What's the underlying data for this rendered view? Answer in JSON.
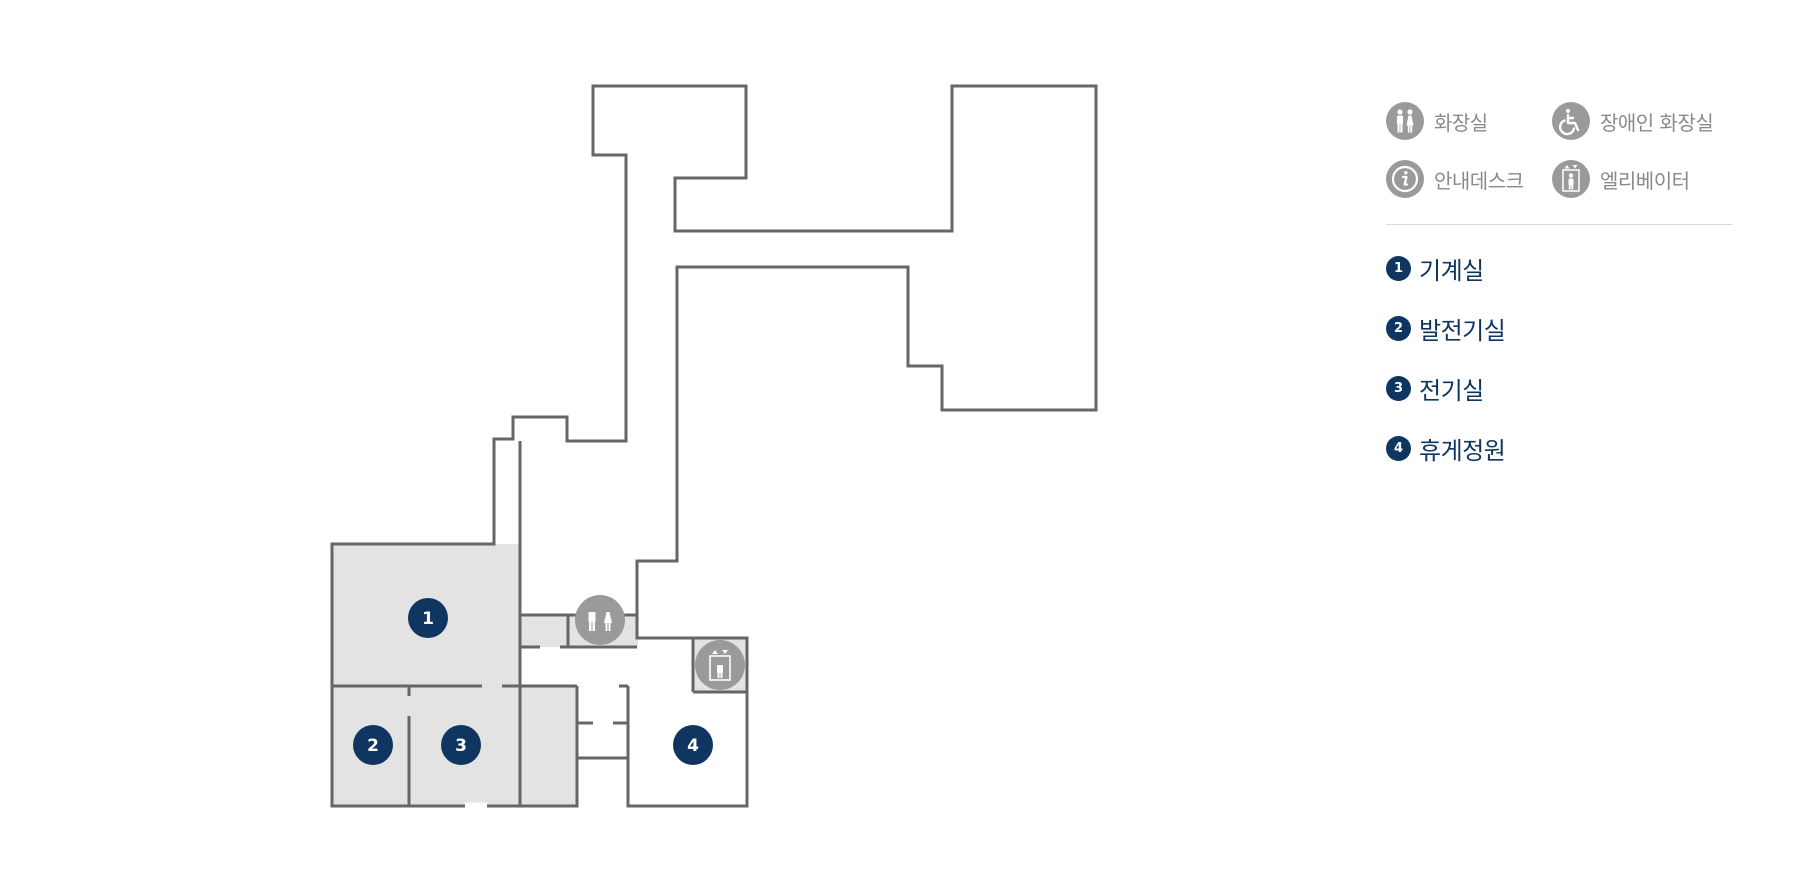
{
  "legend": {
    "facilities": [
      {
        "icon": "restroom-icon",
        "label": "화장실"
      },
      {
        "icon": "accessible-restroom-icon",
        "label": "장애인 화장실"
      },
      {
        "icon": "info-desk-icon",
        "label": "안내데스크"
      },
      {
        "icon": "elevator-icon",
        "label": "엘리베이터"
      }
    ],
    "rooms": [
      {
        "number": "1",
        "name": "기계실"
      },
      {
        "number": "2",
        "name": "발전기실"
      },
      {
        "number": "3",
        "name": "전기실"
      },
      {
        "number": "4",
        "name": "휴게정원"
      }
    ]
  },
  "map": {
    "room_markers": [
      "1",
      "2",
      "3",
      "4"
    ],
    "facility_markers": [
      "restroom-icon",
      "elevator-icon"
    ]
  },
  "colors": {
    "navy": "#0f3561",
    "wall": "#666666",
    "room_fill": "#e3e3e3",
    "icon_gray": "#9a9a9a",
    "legend_text": "#8a8a8a"
  }
}
